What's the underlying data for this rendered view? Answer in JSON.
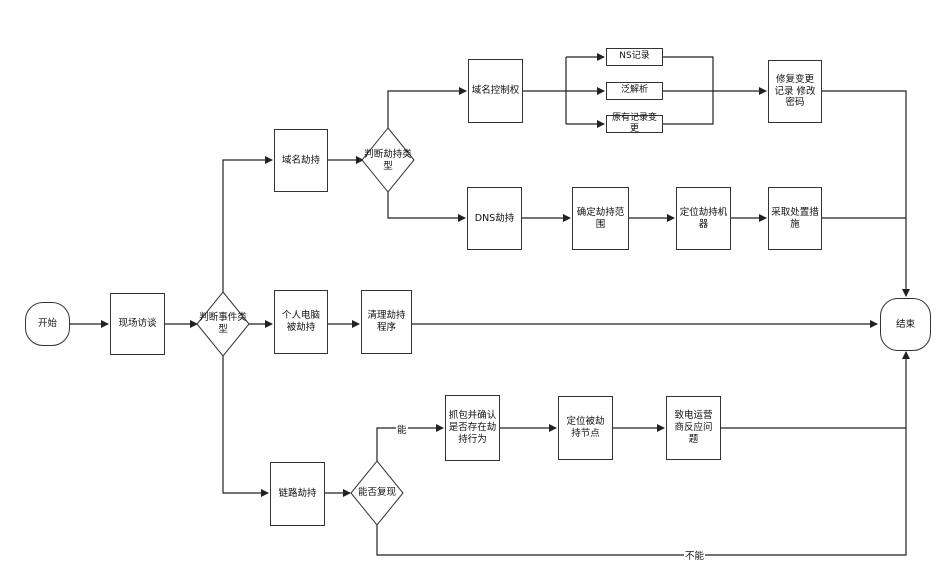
{
  "nodes": {
    "start": "开始",
    "site_visit": "现场访谈",
    "judge_event": "判断事件类型",
    "domain_hijack": "域名劫持",
    "judge_hijack": "判断劫持类型",
    "domain_control": "域名控制权",
    "ns_record": "NS记录",
    "wildcard": "泛解析",
    "original_record": "原有记录变更",
    "fix_change": "修复变更记录 修改密码",
    "dns_hijack": "DNS劫持",
    "confirm_scope": "确定劫持范围",
    "locate_machine": "定位劫持机器",
    "take_measures": "采取处置措施",
    "pc_hijacked": "个人电脑被劫持",
    "clean_program": "清理劫持程序",
    "end": "结束",
    "link_hijack": "链路劫持",
    "can_reproduce": "能否复现",
    "capture": "抓包并确认是否存在劫持行为",
    "locate_node": "定位被劫持节点",
    "report_isp": "致电运营商反应问题"
  },
  "edges": {
    "yes": "能",
    "no": "不能"
  }
}
